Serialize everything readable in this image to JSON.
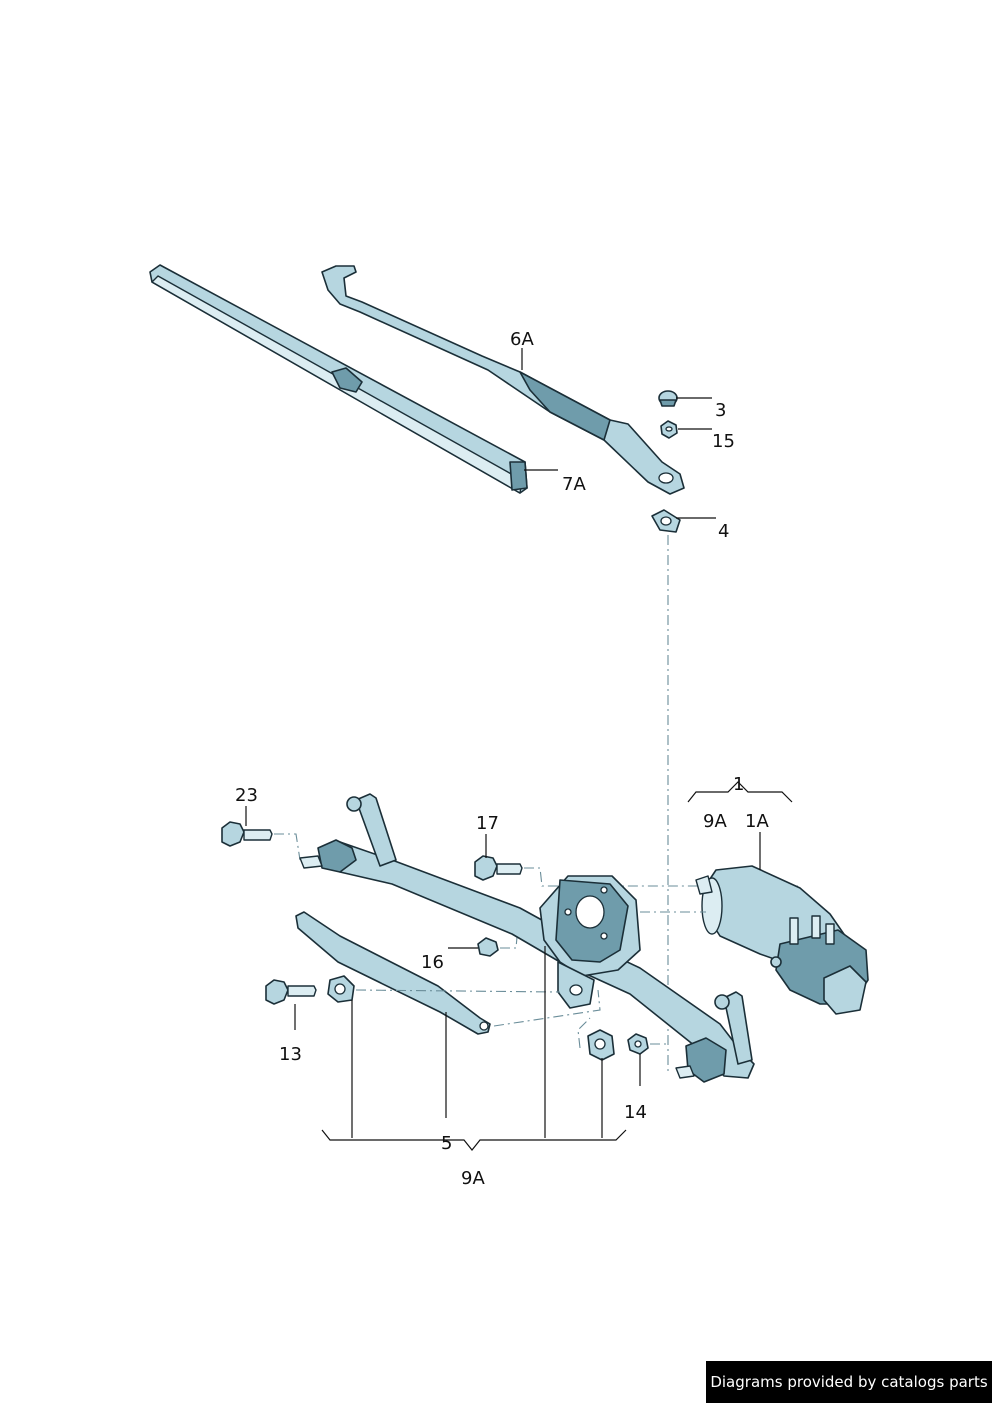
{
  "diagram": {
    "labels": {
      "l1": "1",
      "l1A": "1A",
      "l3": "3",
      "l4": "4",
      "l5": "5",
      "l6A": "6A",
      "l7A": "7A",
      "l9A_top": "9A",
      "l9A_bottom": "9A",
      "l13": "13",
      "l14": "14",
      "l15": "15",
      "l16": "16",
      "l17": "17",
      "l23": "23"
    }
  },
  "footer": {
    "text": "Diagrams provided by catalogs parts"
  }
}
